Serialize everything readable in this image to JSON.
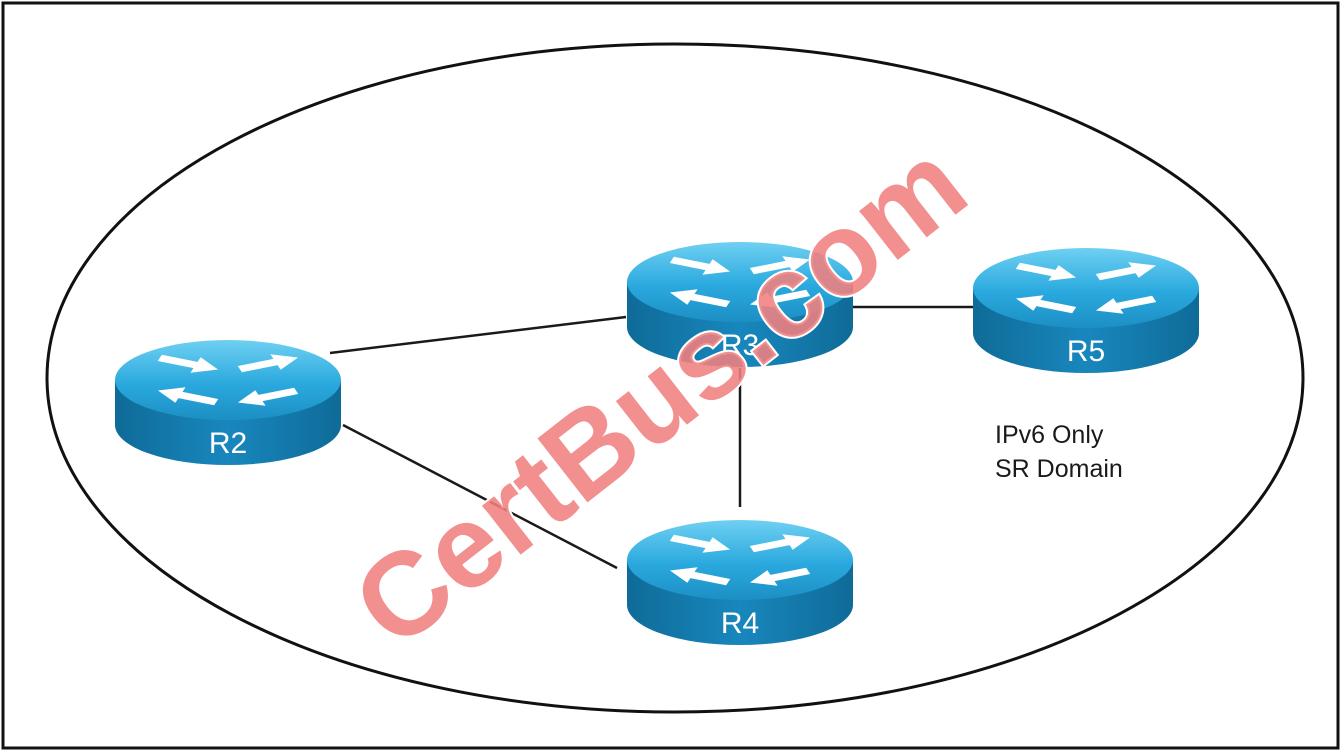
{
  "routers": [
    {
      "id": "R2",
      "label": "R2"
    },
    {
      "id": "R3",
      "label": "R3"
    },
    {
      "id": "R4",
      "label": "R4"
    },
    {
      "id": "R5",
      "label": "R5"
    }
  ],
  "links": [
    [
      "R2",
      "R3"
    ],
    [
      "R2",
      "R4"
    ],
    [
      "R3",
      "R4"
    ],
    [
      "R3",
      "R5"
    ]
  ],
  "domain_label": {
    "line1": "IPv6 Only",
    "line2": "SR Domain"
  },
  "watermark": "CertBus.com",
  "colors": {
    "router_top": "#2aa9de",
    "router_side": "#1479a8",
    "router_arrows": "#ffffff",
    "link": "#1a1a1a",
    "watermark": "#f08080"
  },
  "icons": {
    "router": "router-icon"
  }
}
